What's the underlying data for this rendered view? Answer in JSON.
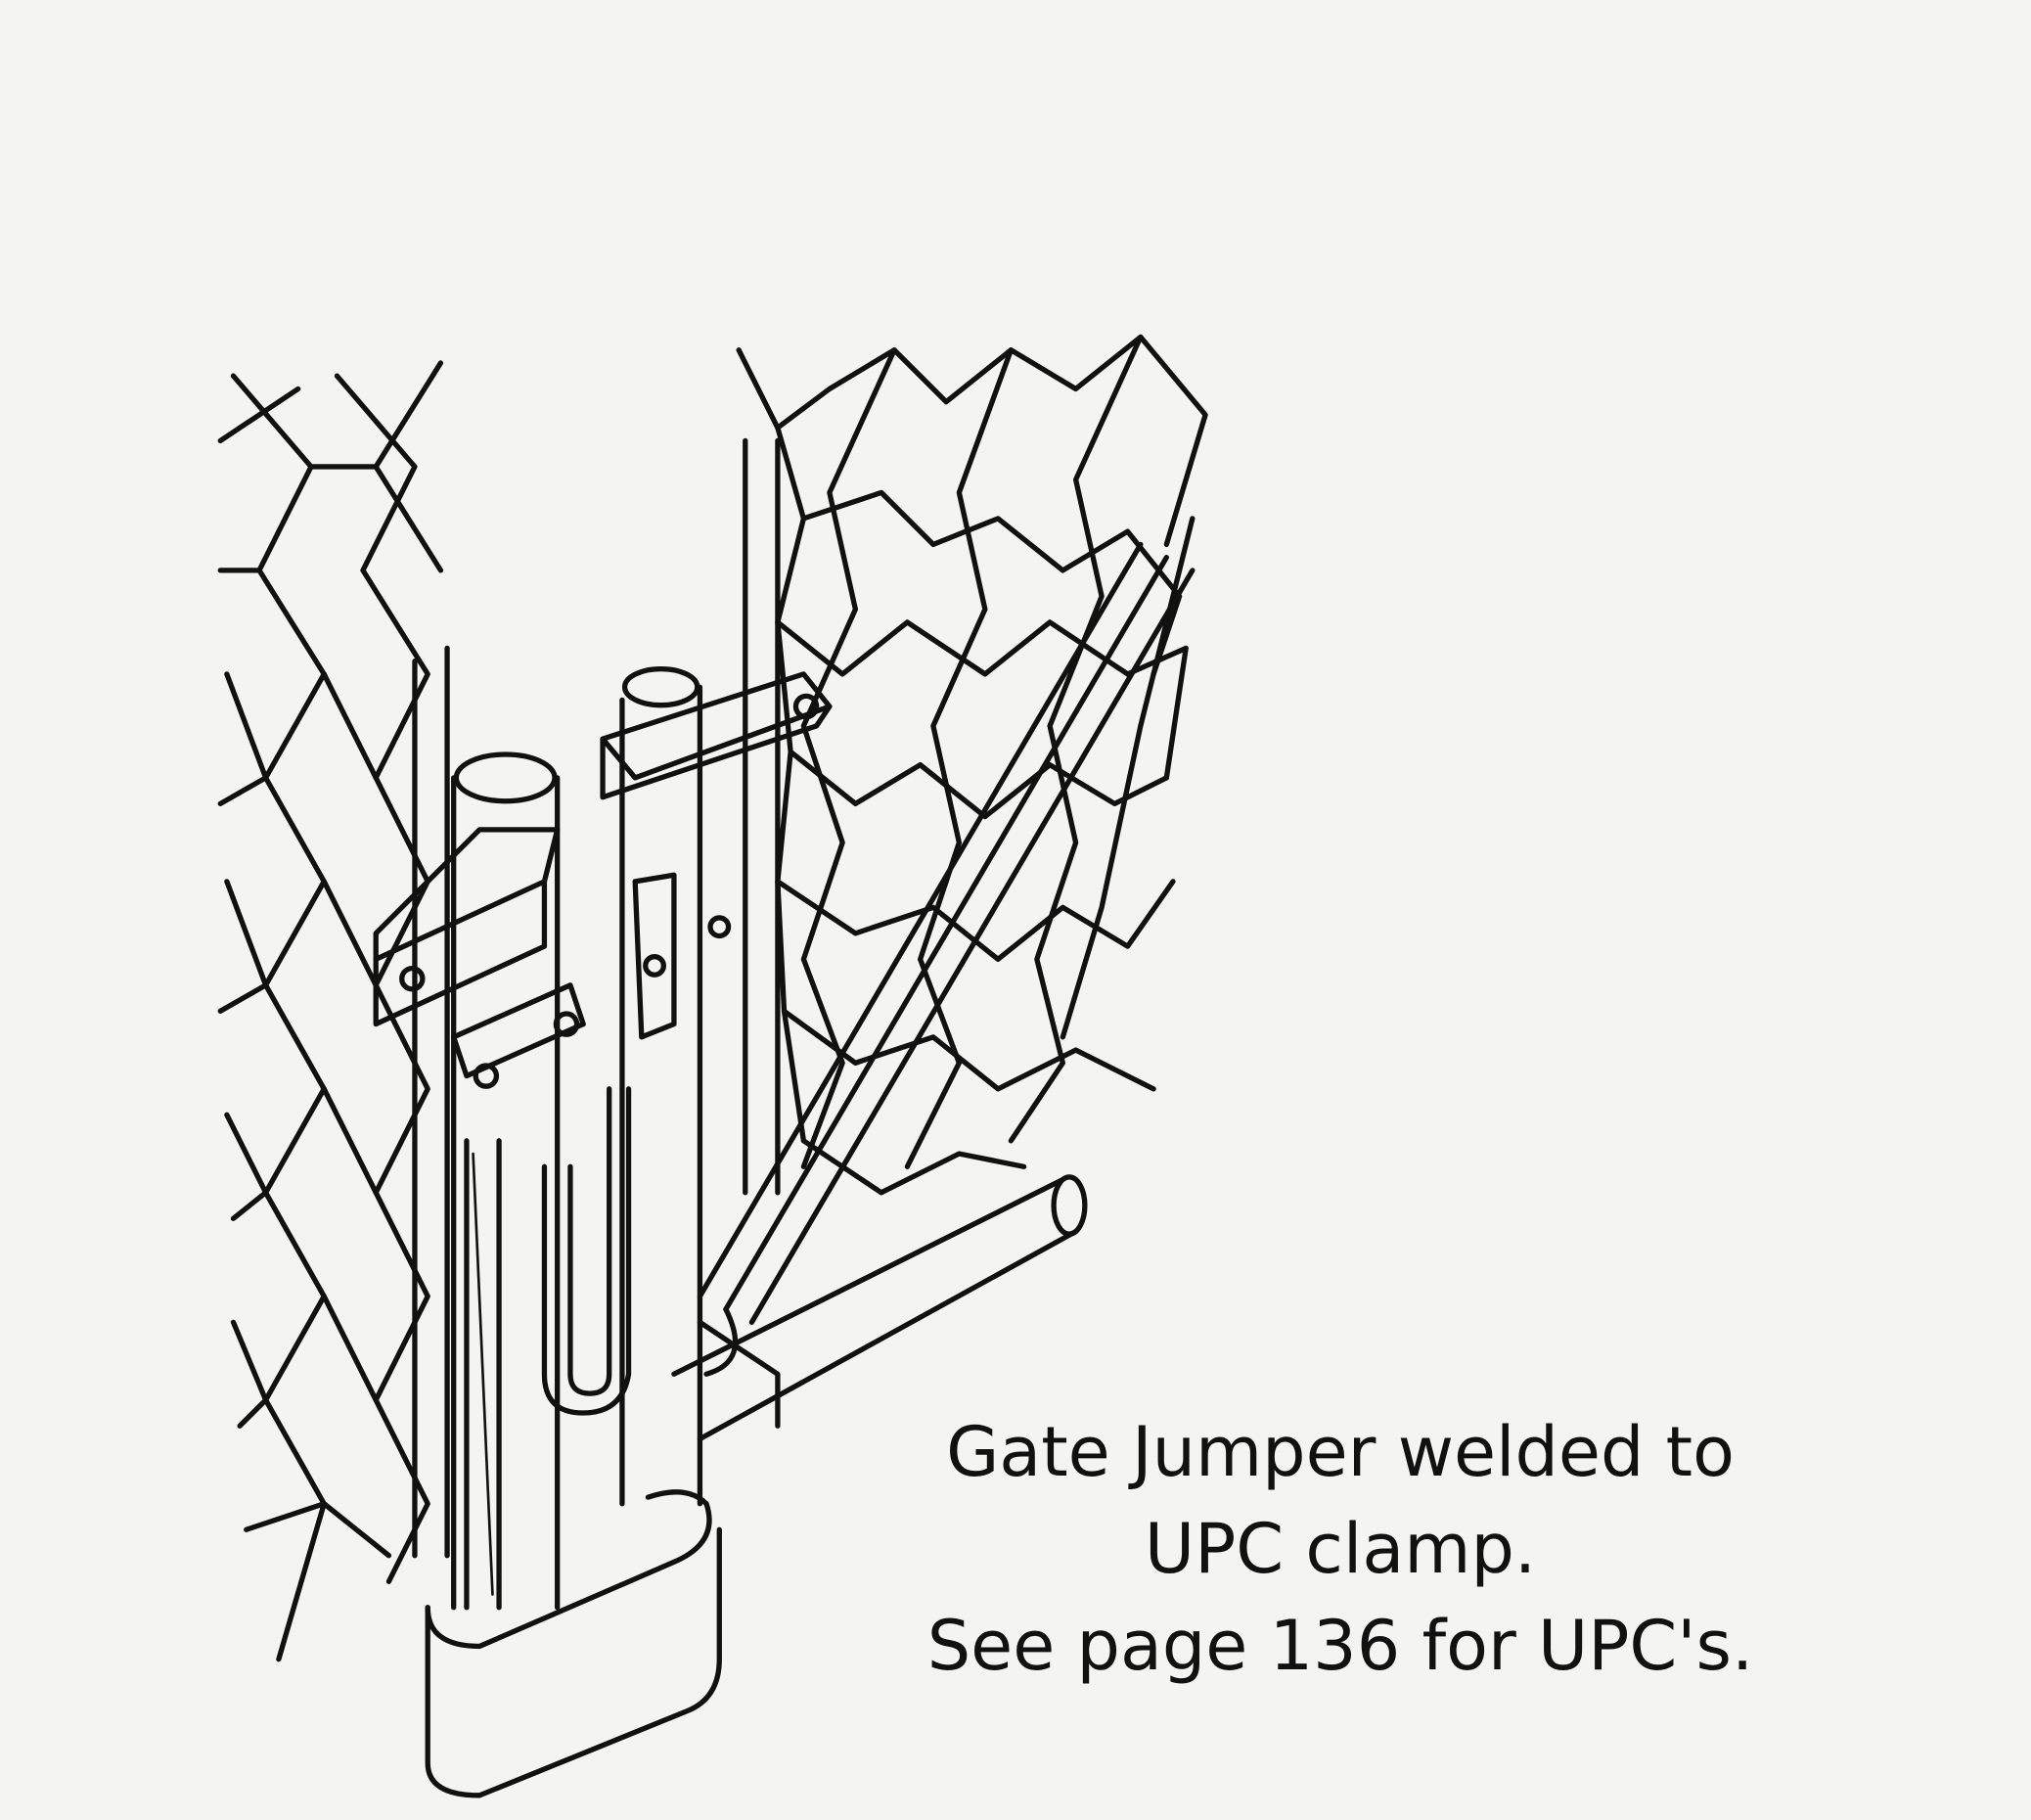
{
  "caption": {
    "line1": "Gate Jumper welded to",
    "line2": "UPC clamp.",
    "line3": "See page 136 for UPC's."
  },
  "colors": {
    "ink": "#111111",
    "paper": "#f4f4f2"
  }
}
